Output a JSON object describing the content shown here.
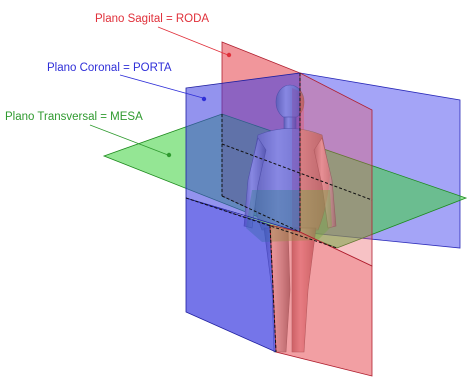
{
  "labels": {
    "sagittal": "Plano Sagital = RODA",
    "coronal": "Plano Coronal = PORTA",
    "transversal": "Plano Transversal = MESA"
  },
  "colors": {
    "sagittal": "#e0303a",
    "coronal": "#2f2fd8",
    "transversal": "#2f9a2f",
    "sagittal_plane": "#e85058",
    "coronal_plane": "#4a4ae8",
    "transversal_plane": "#3cd23c"
  }
}
